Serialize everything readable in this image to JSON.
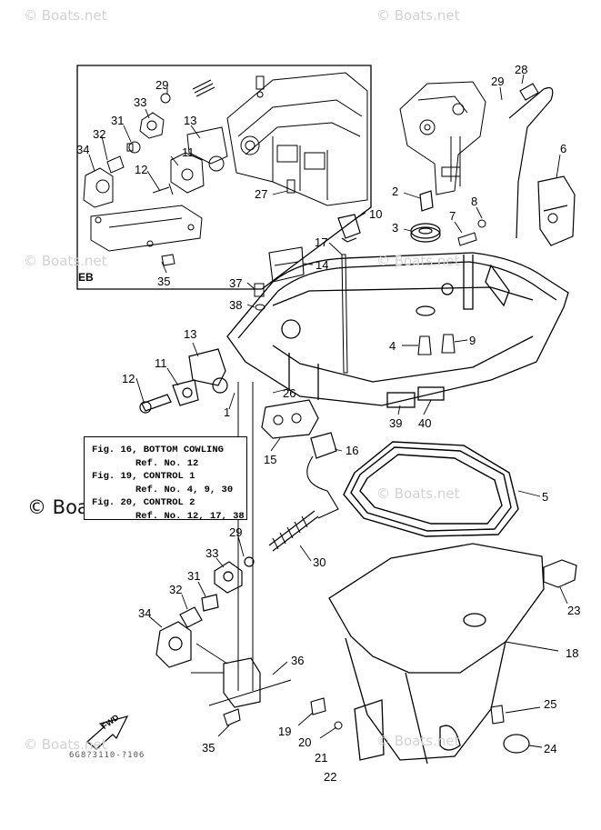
{
  "inset_label": "EB",
  "watermark": "© Boats.net",
  "watermark_main": "© Boats.net",
  "figure_code": "6G8?3110-?106",
  "fwd_label": "FWD",
  "ref_box": {
    "lines": [
      "Fig. 16, BOTTOM COWLING",
      "Ref. No. 12",
      "Fig. 19, CONTROL 1",
      "Ref. No. 4, 9, 30",
      "Fig. 20, CONTROL 2",
      "Ref. No. 12, 17, 38"
    ]
  },
  "callouts": {
    "c1": "1",
    "c2": "2",
    "c3": "3",
    "c4": "4",
    "c5": "5",
    "c6": "6",
    "c7": "7",
    "c8": "8",
    "c9": "9",
    "c10": "10",
    "c11a": "11",
    "c11b": "11",
    "c12a": "12",
    "c12b": "12",
    "c13a": "13",
    "c13b": "13",
    "c14": "14",
    "c15": "15",
    "c16": "16",
    "c17": "17",
    "c18": "18",
    "c19": "19",
    "c20": "20",
    "c21": "21",
    "c22": "22",
    "c23": "23",
    "c24": "24",
    "c25": "25",
    "c26": "26",
    "c27": "27",
    "c28": "28",
    "c29a": "29",
    "c29b": "29",
    "c29c": "29",
    "c30": "30",
    "c31a": "31",
    "c31b": "31",
    "c32a": "32",
    "c32b": "32",
    "c33a": "33",
    "c33b": "33",
    "c34a": "34",
    "c34b": "34",
    "c35a": "35",
    "c35b": "35",
    "c36": "36",
    "c37": "37",
    "c38": "38",
    "c39": "39",
    "c40": "40"
  }
}
